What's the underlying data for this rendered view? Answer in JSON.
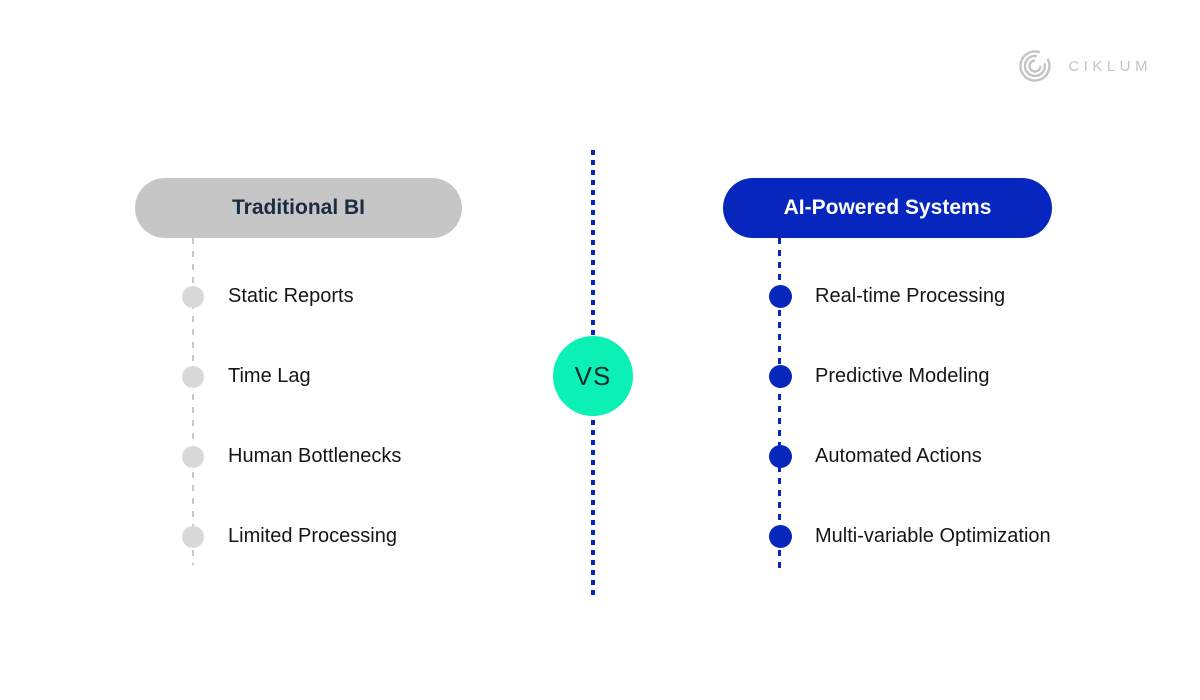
{
  "canvas": {
    "background": "#ffffff"
  },
  "logo": {
    "text": "CIKLUM"
  },
  "colors": {
    "brand_blue": "#0626bd",
    "mint": "#0bf0b4",
    "gray_pill": "#c6c6c7",
    "gray_dot": "#d9d9d9",
    "gray_line": "#c9c9c9",
    "logo_gray": "#c4c4c4",
    "dark_text": "#161616",
    "navy_text": "#1b2b40"
  },
  "comparison": {
    "vs_label": "VS",
    "left": {
      "title": "Traditional BI",
      "items": [
        "Static Reports",
        "Time Lag",
        "Human Bottlenecks",
        "Limited Processing"
      ]
    },
    "right": {
      "title": "AI-Powered Systems",
      "items": [
        "Real-time Processing",
        "Predictive Modeling",
        "Automated Actions",
        "Multi-variable Optimization"
      ]
    }
  }
}
